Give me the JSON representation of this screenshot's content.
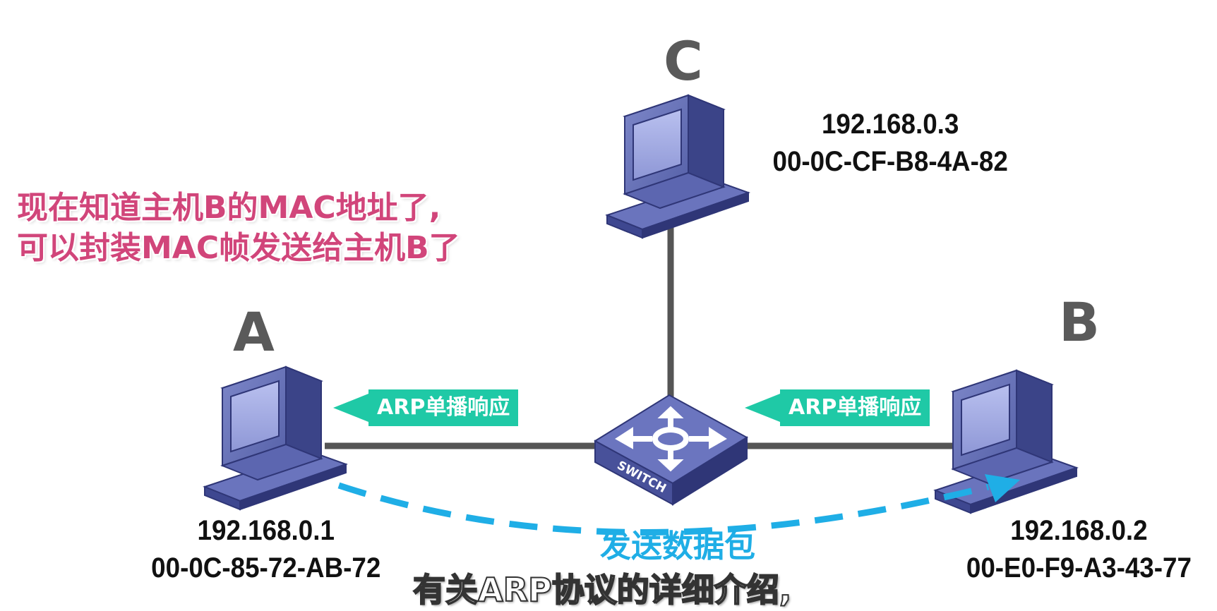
{
  "note": {
    "line1": "现在知道主机B的MAC地址了,",
    "line2": "可以封装MAC帧发送给主机B了"
  },
  "hosts": {
    "a": {
      "label": "A",
      "ip": "192.168.0.1",
      "mac": "00-0C-85-72-AB-72"
    },
    "b": {
      "label": "B",
      "ip": "192.168.0.2",
      "mac": "00-E0-F9-A3-43-77"
    },
    "c": {
      "label": "C",
      "ip": "192.168.0.3",
      "mac": "00-0C-CF-B8-4A-82"
    }
  },
  "switch": {
    "label": "SWITCH"
  },
  "arrows": {
    "left_tag": "ARP单播响应",
    "right_tag": "ARP单播响应",
    "send_label": "发送数据包"
  },
  "subtitle": "有关ARP协议的详细介绍,",
  "colors": {
    "note": "#d1457a",
    "arp_tag": "#1fc9a6",
    "send_arrow": "#1faee6",
    "link": "#555555",
    "computer": "#4a57a0"
  }
}
